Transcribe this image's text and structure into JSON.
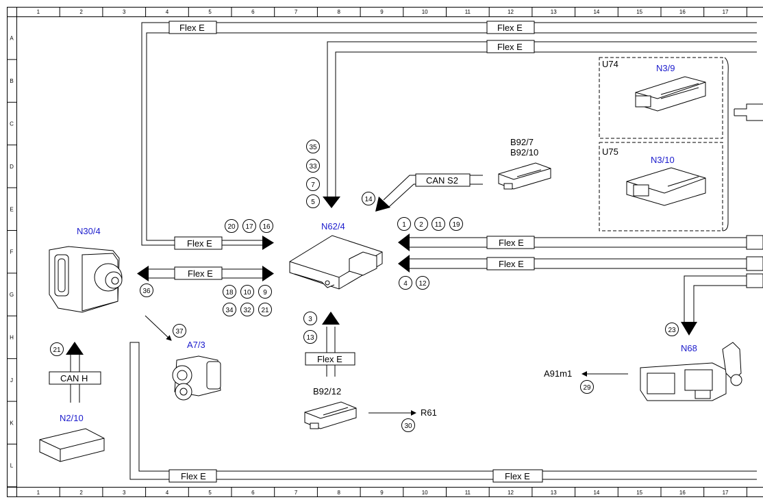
{
  "grid": {
    "columns": [
      "1",
      "2",
      "3",
      "4",
      "5",
      "6",
      "7",
      "8",
      "9",
      "10",
      "11",
      "12",
      "13",
      "14",
      "15",
      "16",
      "17"
    ],
    "rows": [
      "A",
      "B",
      "C",
      "D",
      "E",
      "F",
      "G",
      "H",
      "J",
      "K",
      "L"
    ]
  },
  "bus": {
    "flex": "Flex E",
    "can_s2": "CAN S2",
    "can_h": "CAN H"
  },
  "components": {
    "n30_4": "N30/4",
    "n62_4": "N62/4",
    "a7_3": "A7/3",
    "n2_10": "N2/10",
    "u74": "U74",
    "n3_9": "N3/9",
    "u75": "U75",
    "n3_10": "N3/10",
    "b92_7": "B92/7",
    "b92_10": "B92/10",
    "b92_12": "B92/12",
    "n68": "N68",
    "a91m1": "A91m1",
    "r61": "R61"
  },
  "markers": {
    "m35": "35",
    "m33": "33",
    "m7": "7",
    "m5": "5",
    "m14": "14",
    "m20": "20",
    "m17": "17",
    "m16": "16",
    "m1": "1",
    "m2": "2",
    "m11": "11",
    "m19": "19",
    "m4": "4",
    "m12": "12",
    "m18": "18",
    "m10": "10",
    "m9": "9",
    "m34": "34",
    "m32": "32",
    "m21": "21",
    "m36": "36",
    "m37": "37",
    "m21b": "21",
    "m3": "3",
    "m13": "13",
    "m23": "23",
    "m29": "29",
    "m30": "30"
  }
}
